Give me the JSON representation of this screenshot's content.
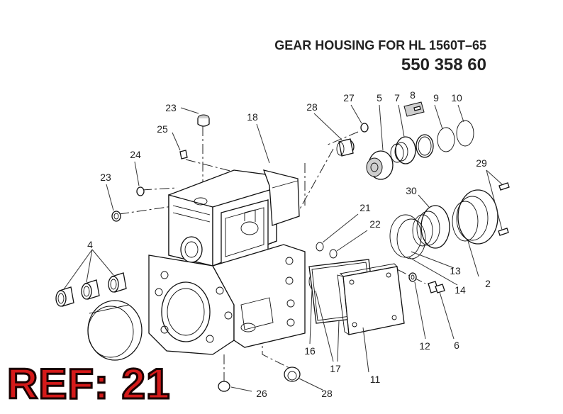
{
  "title": {
    "line1": "GEAR HOUSING FOR HL 1560T–65",
    "line2": "550 358 60"
  },
  "reference": "REF: 21",
  "callouts": {
    "p2": "2",
    "p4": "4",
    "p5": "5",
    "p6": "6",
    "p7": "7",
    "p8": "8",
    "p9": "9",
    "p10": "10",
    "p11": "11",
    "p12": "12",
    "p13": "13",
    "p14": "14",
    "p16": "16",
    "p17": "17",
    "p18": "18",
    "p21": "21",
    "p22": "22",
    "p23a": "23",
    "p23b": "23",
    "p24": "24",
    "p25": "25",
    "p26": "26",
    "p27": "27",
    "p28a": "28",
    "p28b": "28",
    "p29": "29",
    "p30": "30"
  }
}
